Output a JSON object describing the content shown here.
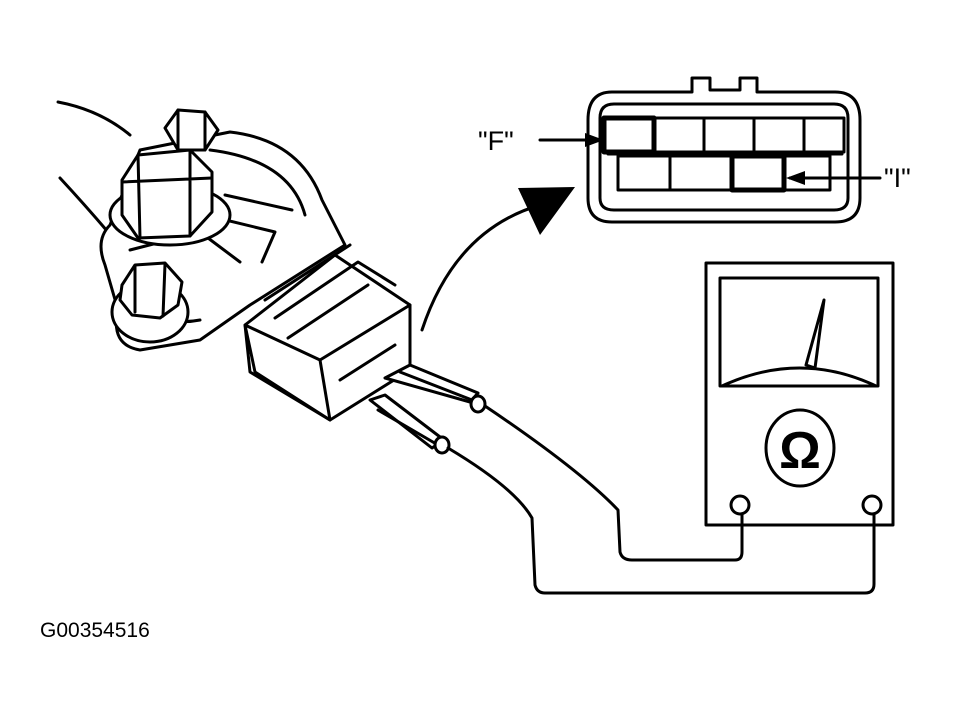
{
  "diagram": {
    "connector_labels": {
      "terminal_f": "\"F\"",
      "terminal_i": "\"I\""
    },
    "meter": {
      "symbol": "Ω"
    },
    "figure_id": "G00354516"
  }
}
